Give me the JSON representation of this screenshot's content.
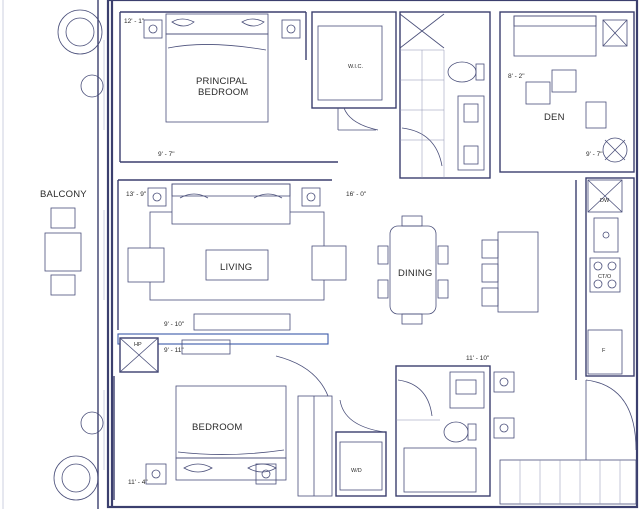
{
  "rooms": {
    "principal_bedroom_line1": "PRINCIPAL",
    "principal_bedroom_line2": "BEDROOM",
    "balcony": "BALCONY",
    "living": "LIVING",
    "dining": "DINING",
    "den": "DEN",
    "bedroom": "BEDROOM"
  },
  "fixtures": {
    "walk_in_closet": "W.I.C.",
    "linen": "HP",
    "washer_dryer": "W/D",
    "dishwasher": "DW",
    "cooktop": "CT/O",
    "fridge": "F"
  },
  "dimensions": {
    "principal_width": "12' - 1\"",
    "principal_depth": "9' - 7\"",
    "living_width": "13' - 9\"",
    "living_length": "16' - 0\"",
    "den_width": "8' - 2\"",
    "den_depth": "9' - 7\"",
    "hall_dim": "9' - 10\"",
    "hall_dim2": "9' - 11\"",
    "bath_dim": "11' - 10\"",
    "bedroom_width": "11' - 4\""
  },
  "colors": {
    "wall": "#3b3f6e",
    "accent": "#3b5aa8"
  }
}
